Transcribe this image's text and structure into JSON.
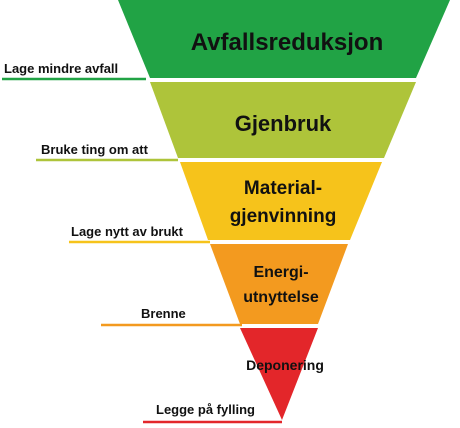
{
  "pyramid": {
    "levels": [
      {
        "title_lines": [
          "Avfallsreduksjon"
        ],
        "color": "#21a345"
      },
      {
        "title_lines": [
          "Gjenbruk"
        ],
        "color": "#aec43a"
      },
      {
        "title_lines": [
          "Material-",
          "gjenvinning"
        ],
        "color": "#f6c31b"
      },
      {
        "title_lines": [
          "Energi-",
          "utnyttelse"
        ],
        "color": "#f39a1f"
      },
      {
        "title_lines": [
          "Deponering"
        ],
        "color": "#e3262a"
      }
    ]
  },
  "side_labels": [
    {
      "text": "Lage mindre avfall",
      "color": "#21a345"
    },
    {
      "text": "Bruke ting om att",
      "color": "#aec43a"
    },
    {
      "text": "Lage nytt av brukt",
      "color": "#f6c31b"
    },
    {
      "text": "Brenne",
      "color": "#f39a1f"
    },
    {
      "text": "Legge på fylling",
      "color": "#e3262a"
    }
  ]
}
